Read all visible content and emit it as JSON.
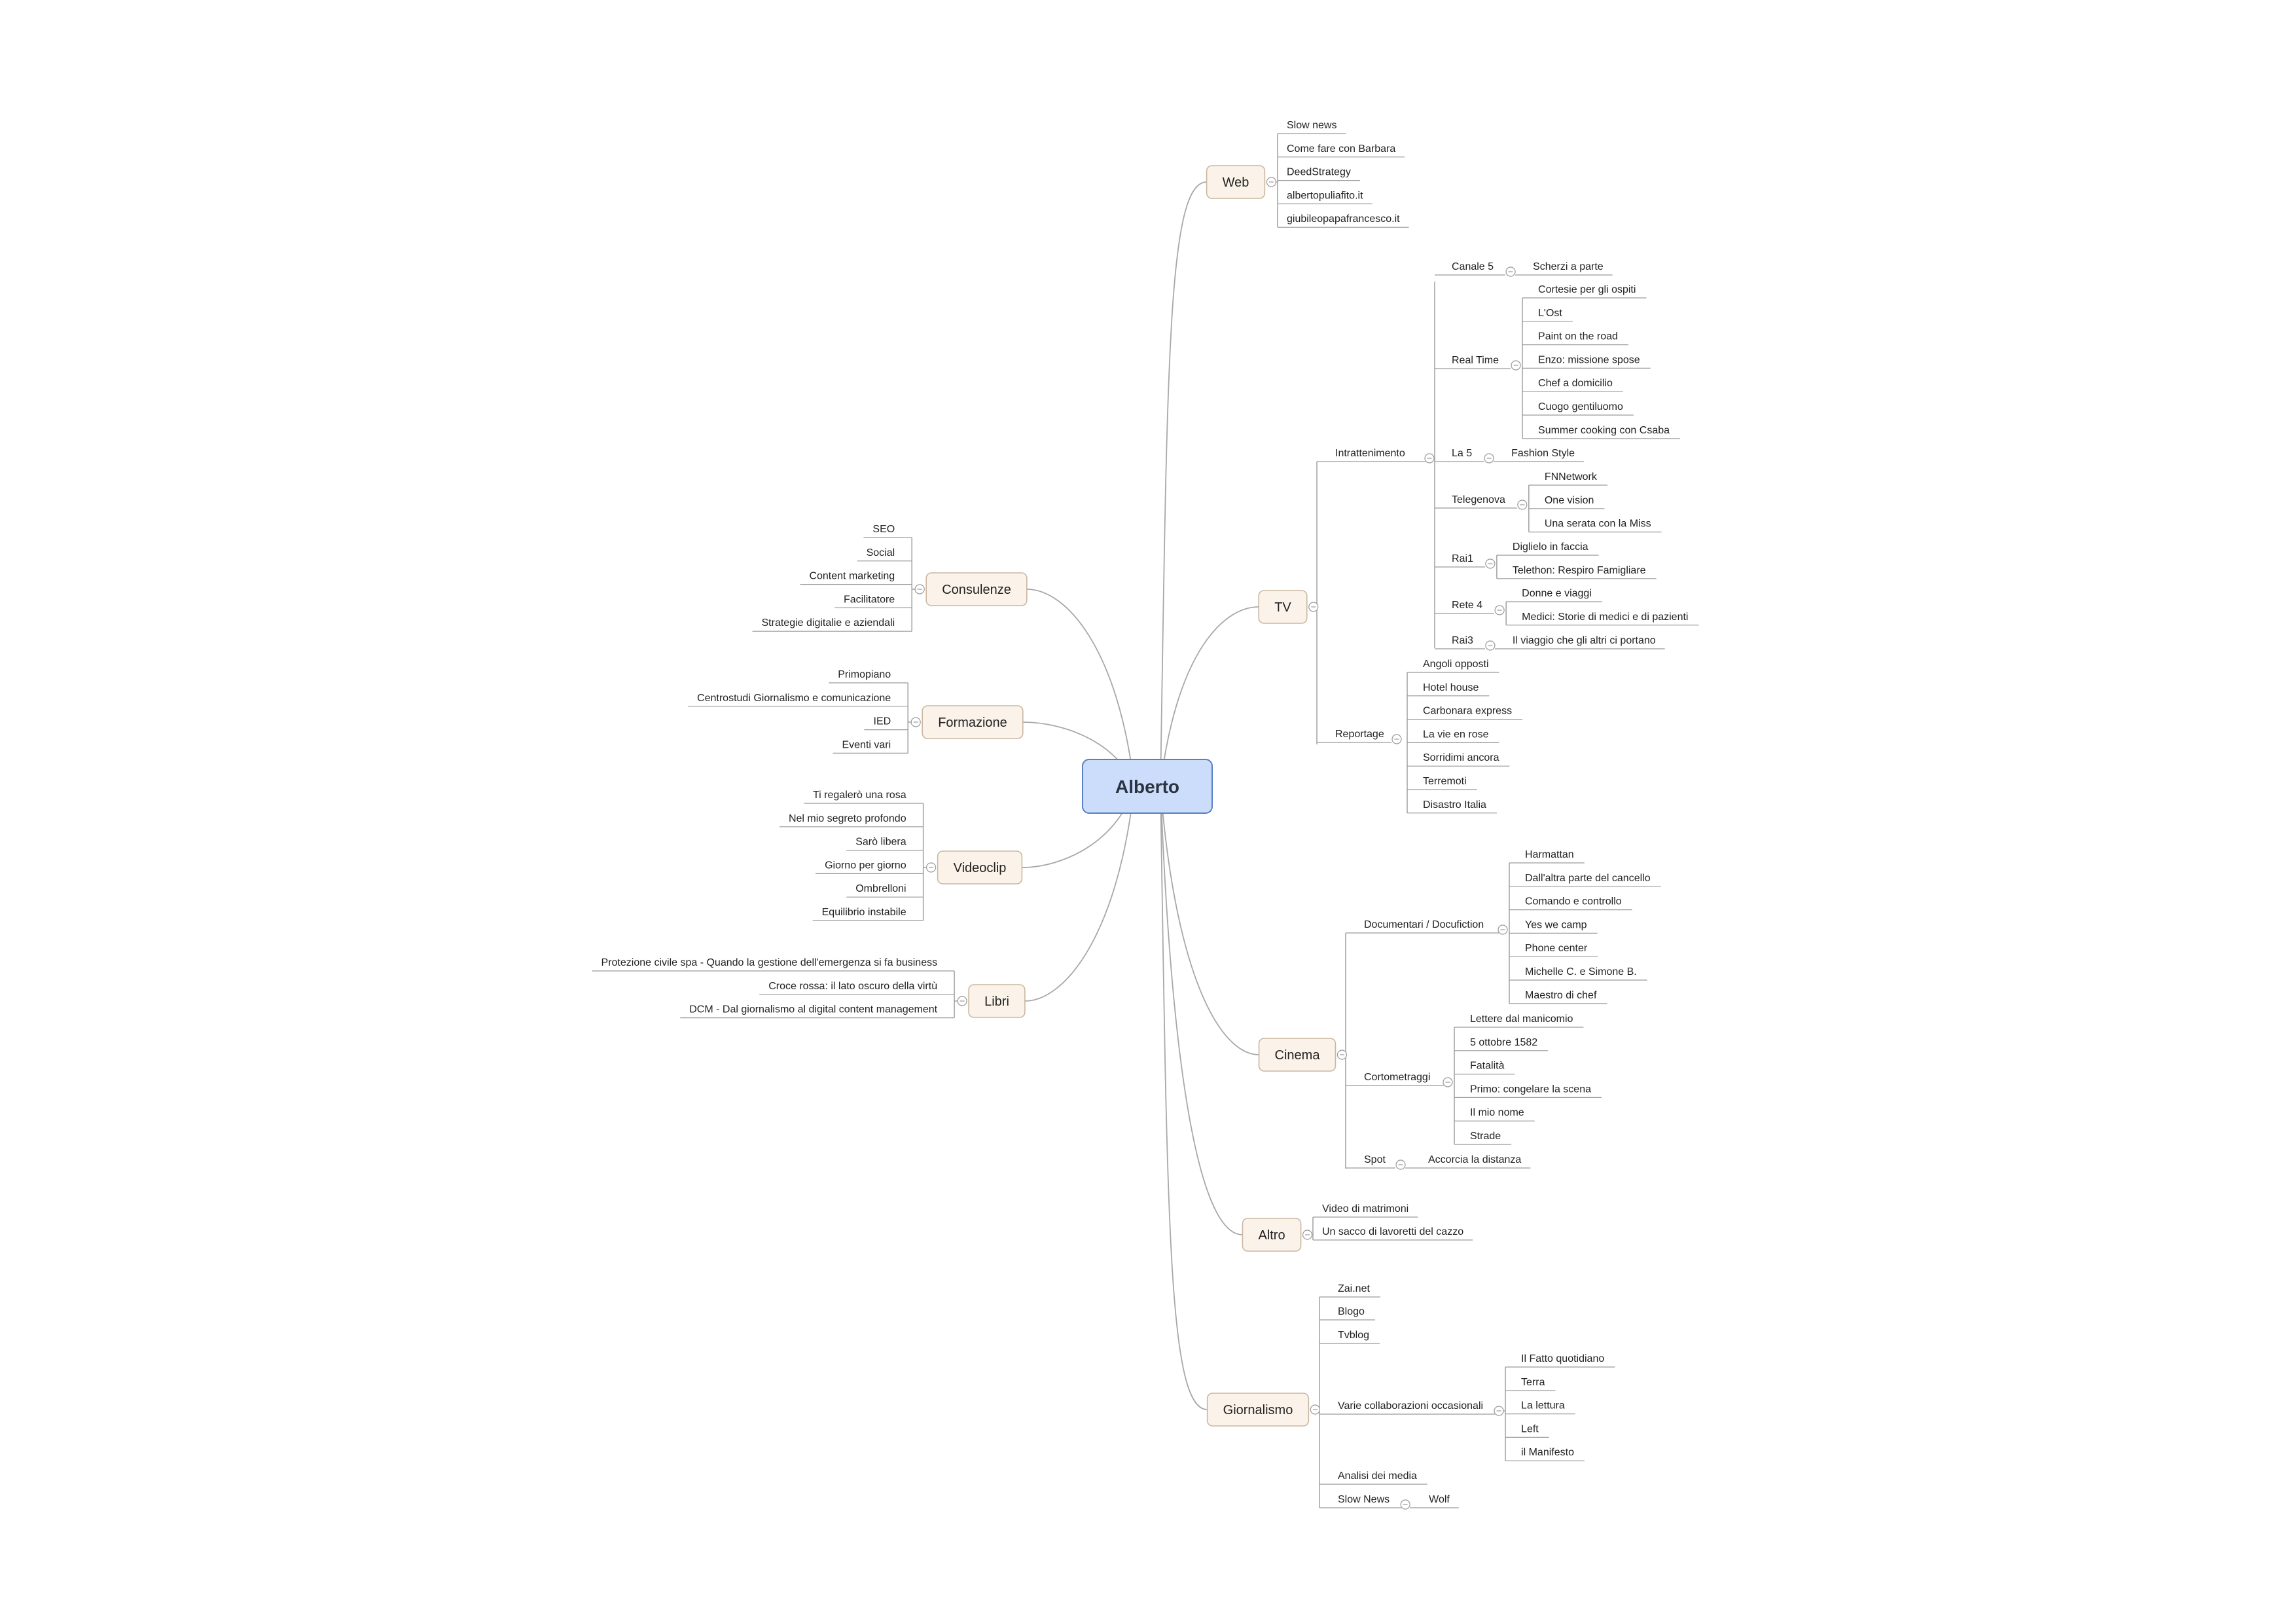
{
  "center": "Alberto",
  "right": [
    {
      "id": "web",
      "label": "Web",
      "children": [
        {
          "label": "Slow news"
        },
        {
          "label": "Come fare con Barbara"
        },
        {
          "label": "DeedStrategy"
        },
        {
          "label": "albertopuliafito.it"
        },
        {
          "label": "giubileopapafrancesco.it"
        }
      ]
    },
    {
      "id": "tv",
      "label": "TV",
      "children": [
        {
          "label": "Intrattenimento",
          "children": [
            {
              "label": "Canale 5",
              "children": [
                {
                  "label": "Scherzi a parte"
                }
              ]
            },
            {
              "label": "Real Time",
              "children": [
                {
                  "label": "Cortesie per gli ospiti"
                },
                {
                  "label": "L'Ost"
                },
                {
                  "label": "Paint on the road"
                },
                {
                  "label": "Enzo: missione spose"
                },
                {
                  "label": "Chef a domicilio"
                },
                {
                  "label": "Cuogo gentiluomo"
                },
                {
                  "label": "Summer cooking con Csaba"
                }
              ]
            },
            {
              "label": "La 5",
              "children": [
                {
                  "label": "Fashion Style"
                }
              ]
            },
            {
              "label": "Telegenova",
              "children": [
                {
                  "label": "FNNetwork"
                },
                {
                  "label": "One vision"
                },
                {
                  "label": "Una serata con la Miss"
                }
              ]
            },
            {
              "label": "Rai1",
              "children": [
                {
                  "label": "Diglielo in faccia"
                },
                {
                  "label": "Telethon: Respiro Famigliare"
                }
              ]
            },
            {
              "label": "Rete 4",
              "children": [
                {
                  "label": "Donne e viaggi"
                },
                {
                  "label": "Medici: Storie di medici e di pazienti"
                }
              ]
            },
            {
              "label": "Rai3",
              "children": [
                {
                  "label": "Il viaggio che gli altri ci portano"
                }
              ]
            }
          ]
        },
        {
          "label": "Reportage",
          "children": [
            {
              "label": "Angoli opposti"
            },
            {
              "label": "Hotel house"
            },
            {
              "label": "Carbonara express"
            },
            {
              "label": "La vie en rose"
            },
            {
              "label": "Sorridimi ancora"
            },
            {
              "label": "Terremoti"
            },
            {
              "label": "Disastro Italia"
            }
          ]
        }
      ]
    },
    {
      "id": "cinema",
      "label": "Cinema",
      "children": [
        {
          "label": "Documentari / Docufiction",
          "children": [
            {
              "label": "Harmattan"
            },
            {
              "label": "Dall'altra parte del cancello"
            },
            {
              "label": "Comando e controllo"
            },
            {
              "label": "Yes we camp"
            },
            {
              "label": "Phone center"
            },
            {
              "label": "Michelle C. e Simone B."
            },
            {
              "label": "Maestro di chef"
            }
          ]
        },
        {
          "label": "Cortometraggi",
          "children": [
            {
              "label": "Lettere dal manicomio"
            },
            {
              "label": "5 ottobre 1582"
            },
            {
              "label": "Fatalità"
            },
            {
              "label": "Primo: congelare la scena"
            },
            {
              "label": "Il mio nome"
            },
            {
              "label": "Strade"
            }
          ]
        },
        {
          "label": "Spot",
          "children": [
            {
              "label": "Accorcia la distanza"
            }
          ]
        }
      ]
    },
    {
      "id": "altro",
      "label": "Altro",
      "children": [
        {
          "label": "Video di matrimoni"
        },
        {
          "label": "Un sacco di lavoretti del cazzo"
        }
      ]
    },
    {
      "id": "giornalismo",
      "label": "Giornalismo",
      "children": [
        {
          "label": "Zai.net"
        },
        {
          "label": "Blogo"
        },
        {
          "label": "Tvblog"
        },
        {
          "label": "Varie collaborazioni occasionali",
          "children": [
            {
              "label": "Il Fatto quotidiano"
            },
            {
              "label": "Terra"
            },
            {
              "label": "La lettura"
            },
            {
              "label": "Left"
            },
            {
              "label": "il Manifesto"
            }
          ]
        },
        {
          "label": "Analisi dei media"
        },
        {
          "label": "Slow News",
          "children": [
            {
              "label": "Wolf"
            }
          ]
        }
      ]
    }
  ],
  "left": [
    {
      "id": "consulenze",
      "label": "Consulenze",
      "children": [
        {
          "label": "SEO"
        },
        {
          "label": "Social"
        },
        {
          "label": "Content marketing"
        },
        {
          "label": "Facilitatore"
        },
        {
          "label": "Strategie digitalie e aziendali"
        }
      ]
    },
    {
      "id": "formazione",
      "label": "Formazione",
      "children": [
        {
          "label": "Primopiano"
        },
        {
          "label": "Centrostudi Giornalismo e comunicazione"
        },
        {
          "label": "IED"
        },
        {
          "label": "Eventi vari"
        }
      ]
    },
    {
      "id": "videoclip",
      "label": "Videoclip",
      "children": [
        {
          "label": "Ti regalerò una rosa"
        },
        {
          "label": "Nel mio segreto profondo"
        },
        {
          "label": "Sarò libera"
        },
        {
          "label": "Giorno per giorno"
        },
        {
          "label": "Ombrelloni"
        },
        {
          "label": "Equilibrio instabile"
        }
      ]
    },
    {
      "id": "libri",
      "label": "Libri",
      "children": [
        {
          "label": "Protezione civile spa - Quando la gestione dell'emergenza si fa business"
        },
        {
          "label": "Croce rossa: il lato oscuro della virtù"
        },
        {
          "label": "DCM - Dal giornalismo al digital content management"
        }
      ]
    }
  ]
}
